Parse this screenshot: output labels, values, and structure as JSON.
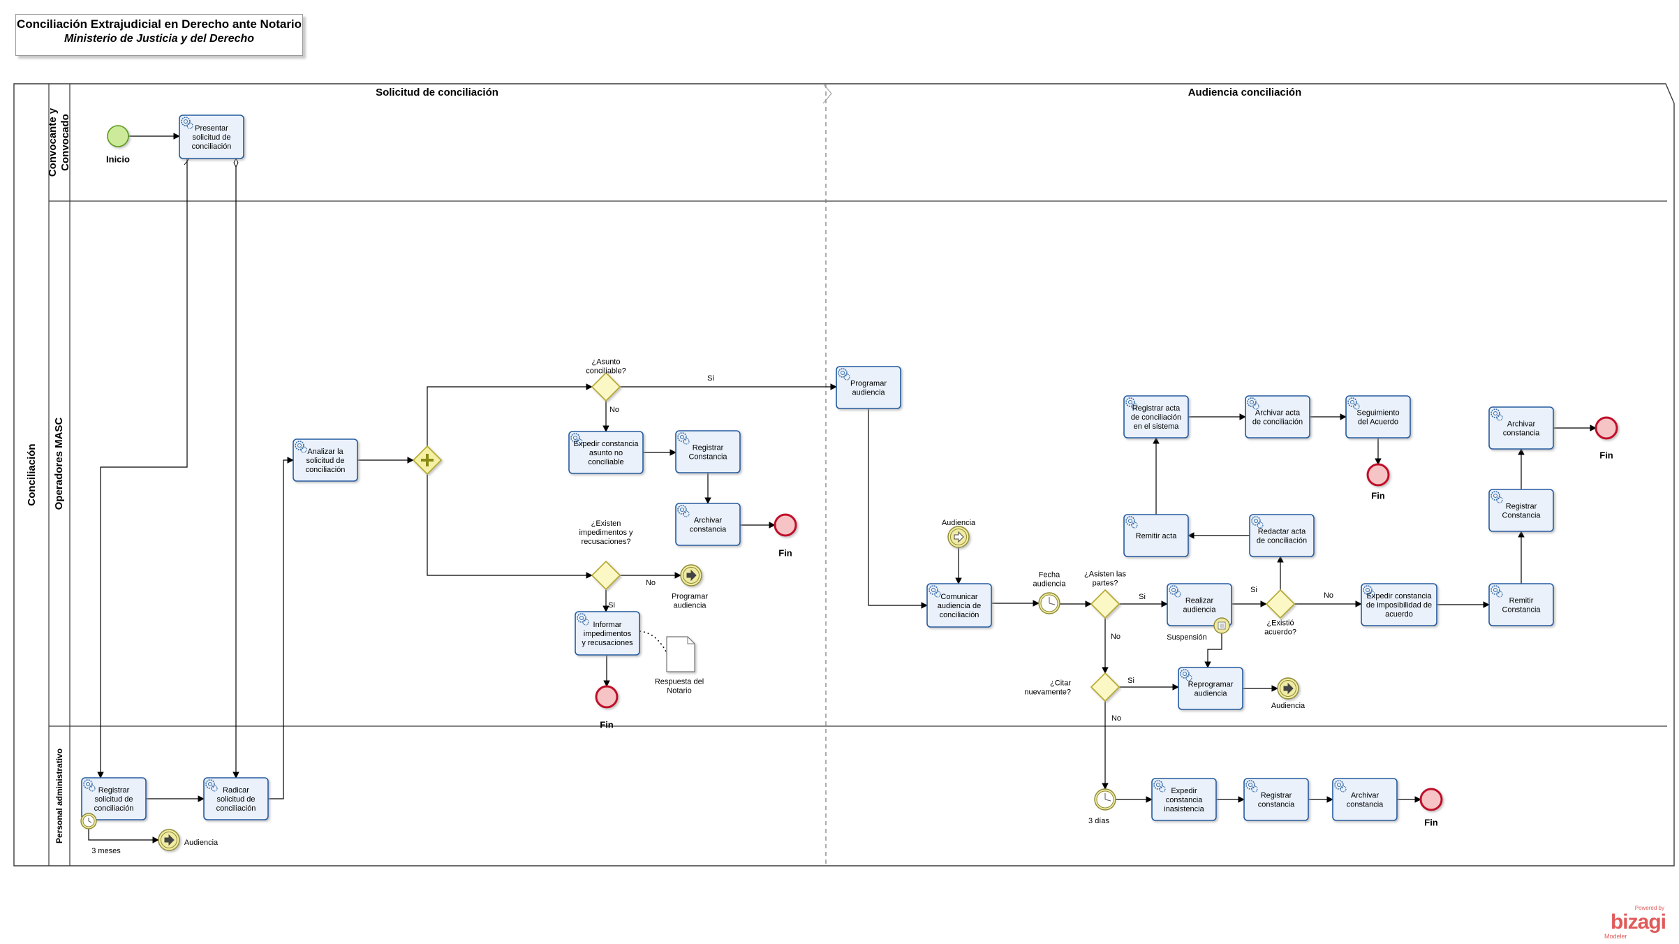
{
  "title": {
    "line1": "Conciliación Extrajudicial en Derecho ante Notario",
    "line2": "Ministerio de Justicia y del Derecho"
  },
  "pool": {
    "label": "Conciliación"
  },
  "lanes": [
    {
      "id": "lane-convocante",
      "label_lines": [
        "Convocante y",
        "Convocado"
      ]
    },
    {
      "id": "lane-operadores",
      "label_lines": [
        "Operadores MASC"
      ]
    },
    {
      "id": "lane-personal",
      "label_lines": [
        "Personal administrativo"
      ]
    }
  ],
  "phases": [
    {
      "id": "phase-solicitud",
      "label": "Solicitud de conciliación"
    },
    {
      "id": "phase-audiencia",
      "label": "Audiencia conciliación"
    }
  ],
  "nodes": [
    {
      "id": "start",
      "type": "start",
      "label": "Inicio"
    },
    {
      "id": "presentar",
      "type": "task",
      "lines": [
        "Presentar",
        "solicitud de",
        "conciliación"
      ]
    },
    {
      "id": "registrar_sol",
      "type": "task",
      "lines": [
        "Registrar",
        "solicitud de",
        "conciliación"
      ]
    },
    {
      "id": "radicar",
      "type": "task",
      "lines": [
        "Radicar",
        "solicitud de",
        "conciliación"
      ]
    },
    {
      "id": "timer_3m",
      "type": "timer_boundary",
      "label": "3 meses"
    },
    {
      "id": "link_aud1",
      "type": "link_throw",
      "label": "Audiencia"
    },
    {
      "id": "analizar",
      "type": "task",
      "lines": [
        "Analizar la",
        "solicitud de",
        "conciliación"
      ]
    },
    {
      "id": "par_gw",
      "type": "parallel_gateway",
      "label": ""
    },
    {
      "id": "gw_asunto",
      "type": "gateway",
      "lines": [
        "¿Asunto",
        "conciliable?"
      ]
    },
    {
      "id": "expedir_nc",
      "type": "task",
      "lines": [
        "Expedir constancia",
        "asunto no",
        "conciliable"
      ]
    },
    {
      "id": "reg_const1",
      "type": "task",
      "lines": [
        "Registrar",
        "Constancia"
      ]
    },
    {
      "id": "arch_const1",
      "type": "task",
      "lines": [
        "Archivar",
        "constancia"
      ]
    },
    {
      "id": "end1",
      "type": "end",
      "label": "Fin"
    },
    {
      "id": "gw_imped",
      "type": "gateway",
      "lines": [
        "¿Existen",
        "impedimentos y",
        "recusaciones?"
      ]
    },
    {
      "id": "link_prog",
      "type": "link_throw",
      "lines": [
        "Programar",
        "audiencia"
      ]
    },
    {
      "id": "informar",
      "type": "task",
      "lines": [
        "Informar",
        "impedimentos",
        "y recusaciones"
      ]
    },
    {
      "id": "doc_resp",
      "type": "document",
      "lines": [
        "Respuesta del",
        "Notario"
      ]
    },
    {
      "id": "end2",
      "type": "end",
      "label": "Fin"
    },
    {
      "id": "programar",
      "type": "task",
      "lines": [
        "Programar",
        "audiencia"
      ]
    },
    {
      "id": "link_aud_in",
      "type": "link_catch",
      "label": "Audiencia"
    },
    {
      "id": "comunicar",
      "type": "task",
      "lines": [
        "Comunicar",
        "audiencia de",
        "conciliación"
      ]
    },
    {
      "id": "timer_fecha",
      "type": "timer",
      "lines": [
        "Fecha",
        "audiencia"
      ]
    },
    {
      "id": "gw_asisten",
      "type": "gateway",
      "lines": [
        "¿Asisten las",
        "partes?"
      ]
    },
    {
      "id": "realizar",
      "type": "task",
      "lines": [
        "Realizar",
        "audiencia"
      ]
    },
    {
      "id": "susp_event",
      "type": "signal_boundary",
      "label": "Suspensión"
    },
    {
      "id": "gw_acuerdo",
      "type": "gateway",
      "lines": [
        "¿Existió",
        "acuerdo?"
      ]
    },
    {
      "id": "redactar",
      "type": "task",
      "lines": [
        "Redactar acta",
        "de conciliación"
      ]
    },
    {
      "id": "remitir_acta",
      "type": "task",
      "lines": [
        "Remitir acta"
      ]
    },
    {
      "id": "reg_acta",
      "type": "task",
      "lines": [
        "Registrar acta",
        "de conciliación",
        "en el sistema"
      ]
    },
    {
      "id": "arch_acta",
      "type": "task",
      "lines": [
        "Archivar acta",
        "de conciliación"
      ]
    },
    {
      "id": "seguimiento",
      "type": "task",
      "lines": [
        "Seguimiento",
        "del Acuerdo"
      ]
    },
    {
      "id": "end3",
      "type": "end",
      "label": "Fin"
    },
    {
      "id": "exp_imposib",
      "type": "task",
      "lines": [
        "Expedir constancia",
        "de imposibilidad de",
        "acuerdo"
      ]
    },
    {
      "id": "remitir_const",
      "type": "task",
      "lines": [
        "Remitir",
        "Constancia"
      ]
    },
    {
      "id": "reg_const2",
      "type": "task",
      "lines": [
        "Registrar",
        "Constancia"
      ]
    },
    {
      "id": "arch_const2",
      "type": "task",
      "lines": [
        "Archivar",
        "constancia"
      ]
    },
    {
      "id": "end4",
      "type": "end",
      "label": "Fin"
    },
    {
      "id": "gw_citar",
      "type": "gateway",
      "lines": [
        "¿Citar",
        "nuevamente?"
      ]
    },
    {
      "id": "reprogramar",
      "type": "task",
      "lines": [
        "Reprogramar",
        "audiencia"
      ]
    },
    {
      "id": "link_aud2",
      "type": "link_throw",
      "label": "Audiencia"
    },
    {
      "id": "timer_3d",
      "type": "timer",
      "label": "3 días"
    },
    {
      "id": "exp_inasist",
      "type": "task",
      "lines": [
        "Expedir",
        "constancia",
        "inasistencia"
      ]
    },
    {
      "id": "reg_const3",
      "type": "task",
      "lines": [
        "Registrar",
        "constancia"
      ]
    },
    {
      "id": "arch_const3",
      "type": "task",
      "lines": [
        "Archivar",
        "constancia"
      ]
    },
    {
      "id": "end5",
      "type": "end",
      "label": "Fin"
    }
  ],
  "flow_labels": {
    "si1": "Si",
    "no1": "No",
    "no2": "No",
    "si2": "Si",
    "si3": "Si",
    "no3": "No",
    "si4": "Si",
    "no4": "No",
    "si5": "Si",
    "no5": "No"
  },
  "colors": {
    "task_fill": "#eaf1fa",
    "task_stroke": "#205aa0",
    "start_fill": "#cdea9a",
    "start_stroke": "#5a9a1a",
    "end_fill": "#f6c4c4",
    "end_stroke": "#c0112b",
    "gateway_fill": "#fbf8c6",
    "gateway_stroke": "#b5a82a",
    "parallel_fill": "#f4f0a4",
    "event_fill": "#f0eba3",
    "event_stroke": "#8e8a32",
    "lane_line": "#3a3a3a"
  },
  "watermark": {
    "powered": "Powered by",
    "brand": "bizagi",
    "product": "Modeler"
  }
}
